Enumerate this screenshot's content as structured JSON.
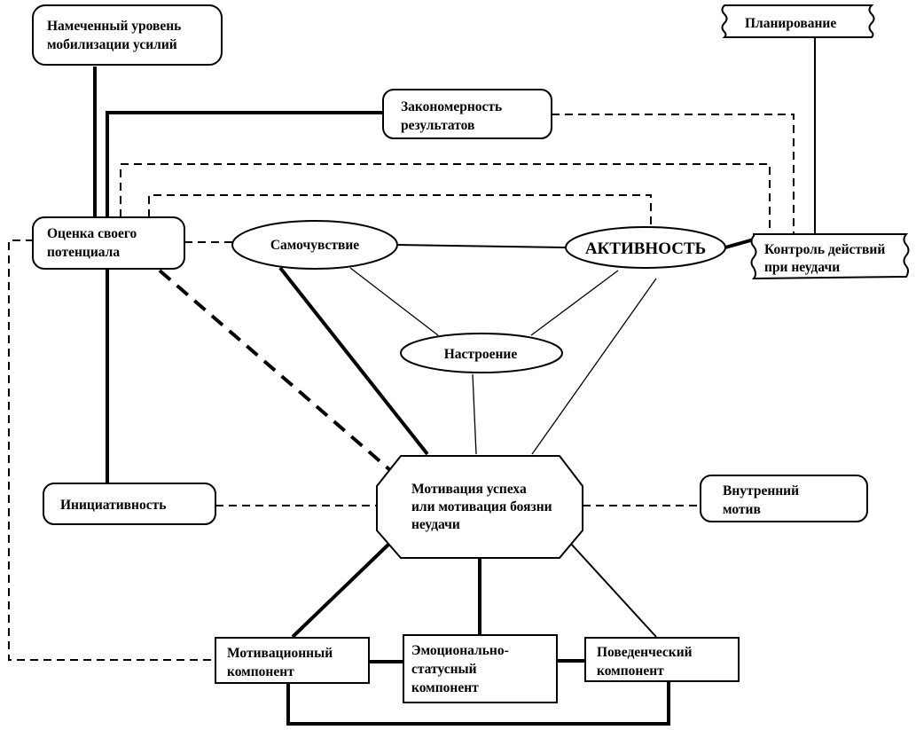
{
  "diagram": {
    "nodes": {
      "mobilization": {
        "lines": [
          "Намеченный уровень",
          "мобилизации усилий"
        ],
        "shape": "rounded-rect"
      },
      "regularity": {
        "lines": [
          "Закономерность",
          "результатов"
        ],
        "shape": "rounded-rect"
      },
      "planning": {
        "lines": [
          "Планирование"
        ],
        "shape": "wavy-banner"
      },
      "self_assessment": {
        "lines": [
          "Оценка своего",
          "потенциала"
        ],
        "shape": "rounded-rect"
      },
      "wellbeing": {
        "lines": [
          "Самочувствие"
        ],
        "shape": "ellipse"
      },
      "activity": {
        "lines": [
          "АКТИВНОСТЬ"
        ],
        "shape": "ellipse"
      },
      "failure_control": {
        "lines": [
          "Контроль действий",
          "при неудачи"
        ],
        "shape": "wavy-banner"
      },
      "mood": {
        "lines": [
          "Настроение"
        ],
        "shape": "ellipse"
      },
      "initiative": {
        "lines": [
          "Инициативность"
        ],
        "shape": "rounded-rect"
      },
      "motivation": {
        "lines": [
          "Мотивация успеха",
          "или мотивация боязни",
          "неудачи"
        ],
        "shape": "octagon"
      },
      "inner_motive": {
        "lines": [
          "Внутренний",
          "мотив"
        ],
        "shape": "rounded-rect"
      },
      "motivational_component": {
        "lines": [
          "Мотивационный",
          "компонент"
        ],
        "shape": "rect"
      },
      "emotional_component": {
        "lines": [
          "Эмоционально-",
          "статусный",
          "компонент"
        ],
        "shape": "rect"
      },
      "behavioral_component": {
        "lines": [
          "Поведенческий",
          "компонент"
        ],
        "shape": "rect"
      }
    },
    "edges": [
      {
        "from": "mobilization",
        "to": "self_assessment",
        "style": "thick"
      },
      {
        "from": "regularity",
        "to": "self_assessment",
        "style": "thick"
      },
      {
        "from": "regularity",
        "to": "failure_control",
        "style": "dashed"
      },
      {
        "from": "self_assessment",
        "to": "failure_control",
        "style": "dashed"
      },
      {
        "from": "self_assessment",
        "to": "activity",
        "style": "dashed"
      },
      {
        "from": "self_assessment",
        "to": "wellbeing",
        "style": "dashed"
      },
      {
        "from": "self_assessment",
        "to": "motivational_component",
        "style": "dashed"
      },
      {
        "from": "self_assessment",
        "to": "initiative",
        "style": "thick"
      },
      {
        "from": "self_assessment",
        "to": "motivation",
        "style": "dashed-thick"
      },
      {
        "from": "planning",
        "to": "failure_control",
        "style": "thin"
      },
      {
        "from": "wellbeing",
        "to": "activity",
        "style": "thin"
      },
      {
        "from": "wellbeing",
        "to": "mood",
        "style": "thin"
      },
      {
        "from": "wellbeing",
        "to": "motivation",
        "style": "thick"
      },
      {
        "from": "activity",
        "to": "mood",
        "style": "thin"
      },
      {
        "from": "activity",
        "to": "motivation",
        "style": "thin"
      },
      {
        "from": "activity",
        "to": "failure_control",
        "style": "thick"
      },
      {
        "from": "mood",
        "to": "motivation",
        "style": "thin"
      },
      {
        "from": "initiative",
        "to": "motivation",
        "style": "dashed"
      },
      {
        "from": "motivation",
        "to": "inner_motive",
        "style": "dashed"
      },
      {
        "from": "motivation",
        "to": "motivational_component",
        "style": "thick"
      },
      {
        "from": "motivation",
        "to": "emotional_component",
        "style": "thick"
      },
      {
        "from": "motivation",
        "to": "behavioral_component",
        "style": "thin"
      },
      {
        "from": "motivational_component",
        "to": "emotional_component",
        "style": "thick"
      },
      {
        "from": "emotional_component",
        "to": "behavioral_component",
        "style": "thick"
      },
      {
        "from": "motivational_component",
        "to": "behavioral_component",
        "style": "thick"
      }
    ]
  }
}
